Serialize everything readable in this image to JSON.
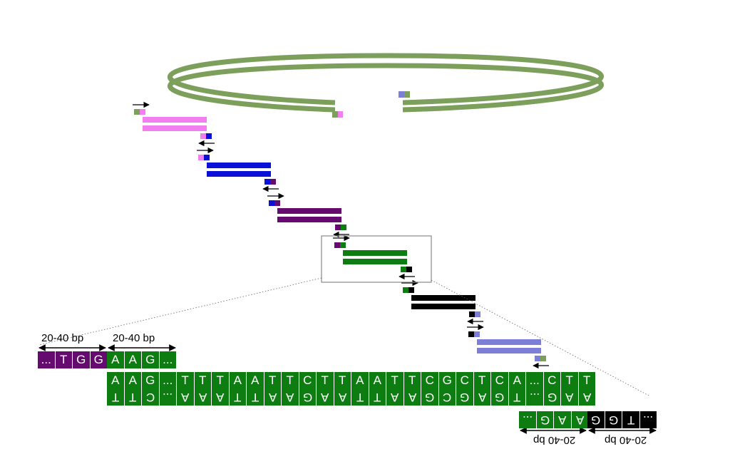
{
  "colors": {
    "plasmid": "#7c9f5b",
    "pink": "#f27ff0",
    "blue": "#0b10d8",
    "purple": "#650a6e",
    "green": "#0e7d11",
    "black": "#000000",
    "lavender": "#7d7ed6",
    "arrow": "#000000",
    "zoom": "#888888"
  },
  "left_label": "20-40 bp",
  "mid_label": "20-40 bp",
  "bottom_right_label_1": "20-40 bp",
  "bottom_right_label_2": "20-40 bp",
  "purple_seq": [
    "...",
    "T",
    "G",
    "G"
  ],
  "green_overhang_seq": [
    "A",
    "A",
    "G",
    "..."
  ],
  "green_top_seq": [
    "A",
    "A",
    "G",
    "...",
    "T",
    "T",
    "T",
    "A",
    "A",
    "T",
    "T",
    "C",
    "T",
    "T",
    "A",
    "A",
    "T",
    "T",
    "C",
    "G",
    "C",
    "T",
    "C",
    "A",
    "...",
    "C",
    "T",
    "T"
  ],
  "green_bottom_seq": [
    "T",
    "T",
    "C",
    "...",
    "A",
    "A",
    "A",
    "T",
    "T",
    "A",
    "A",
    "G",
    "A",
    "A",
    "T",
    "T",
    "A",
    "A",
    "G",
    "C",
    "G",
    "A",
    "G",
    "T",
    "...",
    "G",
    "A",
    "A"
  ],
  "bottom_green_seq": [
    "...",
    "G",
    "A",
    "A"
  ],
  "bottom_black_seq": [
    "G",
    "G",
    "T",
    "..."
  ]
}
